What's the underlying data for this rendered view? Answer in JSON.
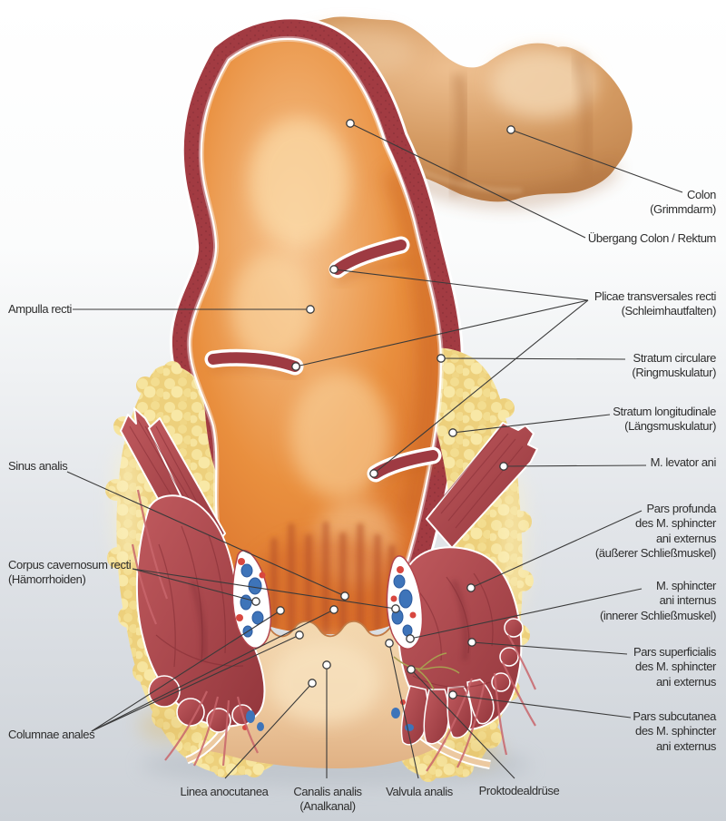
{
  "colors": {
    "background_top": "#ffffff",
    "background_bottom": "#ccd1d7",
    "leader_line": "#3a3a3a",
    "label_text": "#2d2d2d",
    "lumen_orange": "#e07c33",
    "wall_red": "#a23b42",
    "muscle_red": "#ad444b",
    "fat_yellow": "#f0d687",
    "anal_canal_beige": "#eecda0",
    "colon_tan": "#c98a54",
    "hemorrhoid_blue": "#3e74b9",
    "vessel_red": "#c9666c",
    "gland_yellow_green": "#a8a050"
  },
  "labels": {
    "colon": {
      "lines": [
        "Colon",
        "(Grimmdarm)"
      ]
    },
    "uebergang_colon_rektum": {
      "lines": [
        "Übergang Colon / Rektum"
      ]
    },
    "plicae_transversales": {
      "lines": [
        "Plicae transversales recti",
        "(Schleimhautfalten)"
      ]
    },
    "stratum_circulare": {
      "lines": [
        "Stratum circulare",
        "(Ringmuskulatur)"
      ]
    },
    "stratum_longitudinale": {
      "lines": [
        "Stratum longitudinale",
        "(Längsmuskulatur)"
      ]
    },
    "m_levator_ani": {
      "lines": [
        "M. levator ani"
      ]
    },
    "pars_profunda": {
      "lines": [
        "Pars profunda",
        "des M. sphincter",
        "ani externus",
        "(äußerer Schließmuskel)"
      ]
    },
    "m_sphincter_ani_internus": {
      "lines": [
        "M. sphincter",
        "ani internus",
        "(innerer Schließmuskel)"
      ]
    },
    "pars_superficialis": {
      "lines": [
        "Pars superficialis",
        "des M. sphincter",
        "ani externus"
      ]
    },
    "pars_subcutanea": {
      "lines": [
        "Pars subcutanea",
        "des M. sphincter",
        "ani externus"
      ]
    },
    "ampulla_recti": {
      "lines": [
        "Ampulla recti"
      ]
    },
    "sinus_analis": {
      "lines": [
        "Sinus analis"
      ]
    },
    "corpus_cavernosum": {
      "lines": [
        "Corpus cavernosum recti",
        "(Hämorrhoiden)"
      ]
    },
    "columnae_anales": {
      "lines": [
        "Columnae anales"
      ]
    },
    "linea_anocutanea": {
      "lines": [
        "Linea anocutanea"
      ]
    },
    "canalis_analis": {
      "lines": [
        "Canalis analis",
        "(Analkanal)"
      ]
    },
    "valvula_analis": {
      "lines": [
        "Valvula analis"
      ]
    },
    "proktodealdruese": {
      "lines": [
        "Proktodealdrüse"
      ]
    }
  }
}
